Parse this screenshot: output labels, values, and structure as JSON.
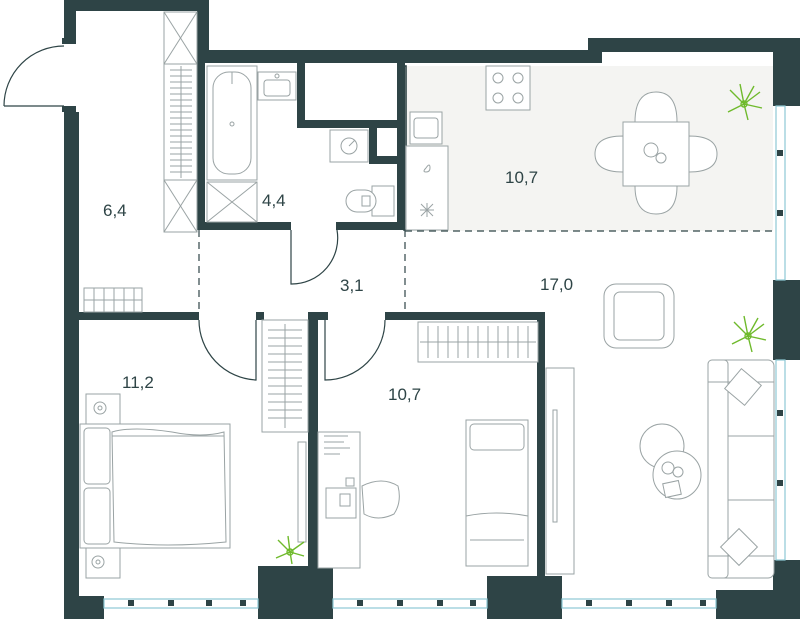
{
  "rooms": [
    {
      "id": "hallway",
      "area": "6,4"
    },
    {
      "id": "bathroom",
      "area": "4,4"
    },
    {
      "id": "kitchen",
      "area": "10,7"
    },
    {
      "id": "corridor",
      "area": "3,1"
    },
    {
      "id": "living",
      "area": "17,0"
    },
    {
      "id": "bedroom-1",
      "area": "11,2"
    },
    {
      "id": "bedroom-2",
      "area": "10,7"
    }
  ],
  "colors": {
    "wall": "#2e4446",
    "fixture": "#9aa3a4",
    "window": "#8ec9d4",
    "plant": "#6fba2c"
  }
}
